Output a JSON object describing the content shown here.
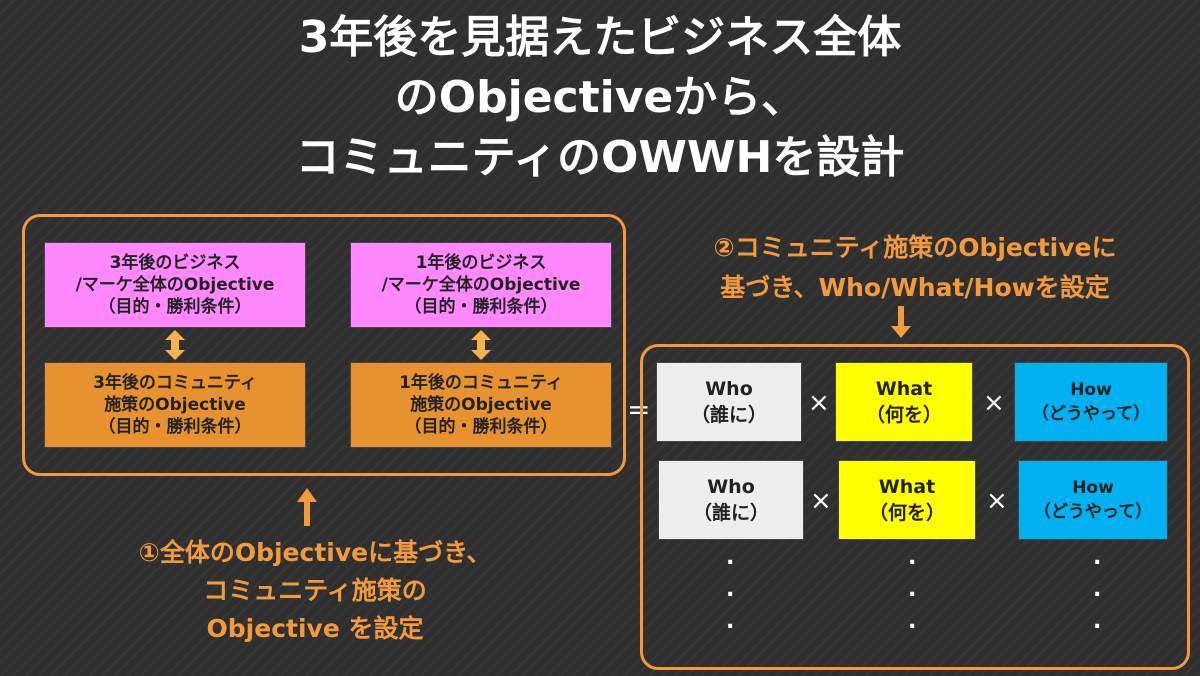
{
  "title": {
    "line1": "3年後を見据えたビジネス全体",
    "line2": "のObjectiveから、",
    "line3": "コミュニティのOWWHを設計"
  },
  "left_group": {
    "box_3y_business": {
      "line1": "3年後のビジネス",
      "line2": "/マーケ全体のObjective",
      "line3": "（目的・勝利条件）"
    },
    "box_1y_business": {
      "line1": "1年後のビジネス",
      "line2": "/マーケ全体のObjective",
      "line3": "（目的・勝利条件）"
    },
    "box_3y_community": {
      "line1": "3年後のコミュニティ",
      "line2": "施策のObjective",
      "line3": "（目的・勝利条件）"
    },
    "box_1y_community": {
      "line1": "1年後のコミュニティ",
      "line2": "施策のObjective",
      "line3": "（目的・勝利条件）"
    }
  },
  "equals_sign": "=",
  "right_group": {
    "rows": [
      {
        "who": "Who",
        "who_sub": "（誰に）",
        "what": "What",
        "what_sub": "（何を）",
        "how": "How",
        "how_sub": "（どうやって）"
      },
      {
        "who": "Who",
        "who_sub": "（誰に）",
        "what": "What",
        "what_sub": "（何を）",
        "how": "How",
        "how_sub": "（どうやって）"
      }
    ],
    "times": "×",
    "ellipsis_dot": "."
  },
  "note_left": {
    "line1": "①全体のObjectiveに基づき、",
    "line2": "コミュニティ施策の",
    "line3": "Objective を設定"
  },
  "note_right": {
    "line1": "②コミュニティ施策のObjectiveに",
    "line2": "基づき、Who/What/Howを設定"
  },
  "colors": {
    "background": "#2f2f2f",
    "accent_orange": "#f39a3c",
    "pink": "#ff88ff",
    "orange_box": "#e8912f",
    "who_gray": "#eeeeee",
    "what_yellow": "#ffff00",
    "how_blue": "#00b0f0"
  }
}
